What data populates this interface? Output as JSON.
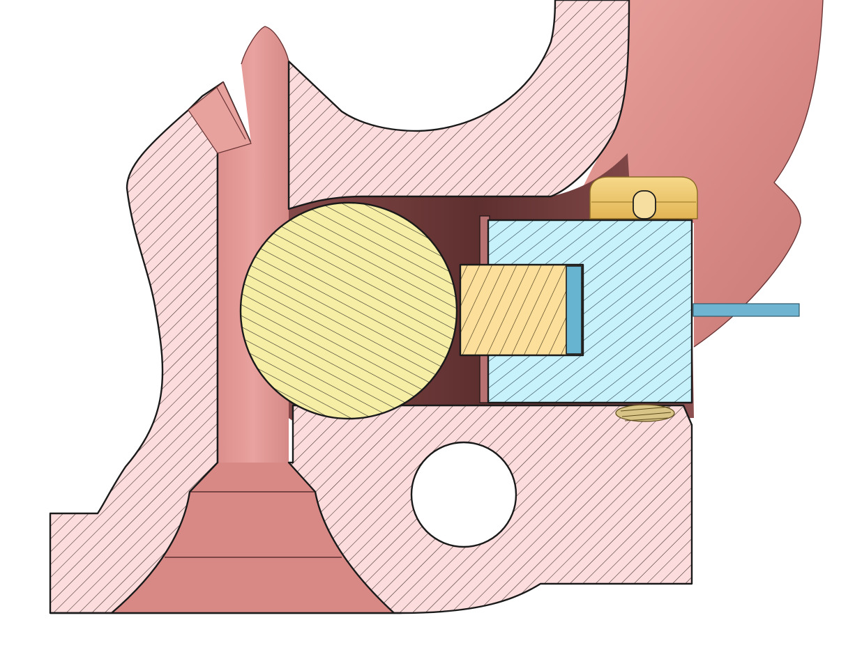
{
  "drawing": {
    "kind": "sectioned mechanical assembly",
    "parts": [
      {
        "id": "housing",
        "color": "#fcdcdc",
        "hatch": "#3a2a2a",
        "hatch_direction": "left-down"
      },
      {
        "id": "bore-channel",
        "color": "#e69a98"
      },
      {
        "id": "background-body",
        "color": "#d88985"
      },
      {
        "id": "cavity-shadow",
        "color": "#6e3a3a"
      },
      {
        "id": "roller",
        "color": "#f7eea6",
        "hatch": "#2b2b22",
        "hatch_direction": "right-down"
      },
      {
        "id": "slider-block",
        "color": "#c7f1fb",
        "hatch": "#1f3740",
        "hatch_direction": "left-down"
      },
      {
        "id": "pad",
        "color": "#fbdf9a",
        "hatch": "#3a2e12",
        "hatch_direction": "left-down-steep"
      },
      {
        "id": "shim",
        "color": "#66b4cf"
      },
      {
        "id": "lever-arm",
        "color": "#6fb5d1"
      },
      {
        "id": "screw-head",
        "color": "#efc969"
      },
      {
        "id": "set-screw",
        "color": "#d9c488"
      },
      {
        "id": "through-hole",
        "color": "#ffffff"
      }
    ]
  }
}
